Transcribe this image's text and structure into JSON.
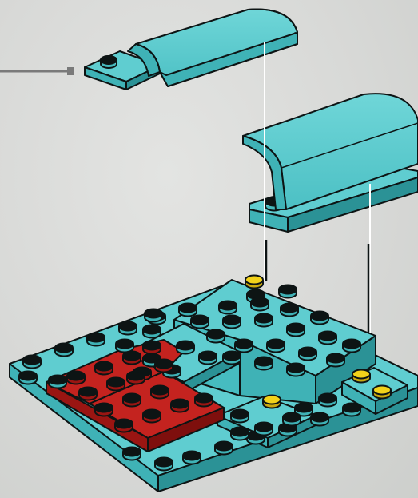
{
  "image": {
    "subject": "lego-building-instruction-step",
    "assembly_parts": [
      "curved-slope-piece",
      "curved-slope-piece",
      "baseplate-assembly"
    ],
    "palette": {
      "background": "#d7d8d6",
      "teal_top": "#5fcdd0",
      "teal_side": "#3fb2b6",
      "teal_dark": "#2b9296",
      "red_top": "#c4231f",
      "red_side": "#9a1512",
      "yellow_stud": "#f2d21a",
      "outline": "#0d1414",
      "callout_line": "#7a7a7a",
      "guide_line": "#ffffff"
    }
  }
}
